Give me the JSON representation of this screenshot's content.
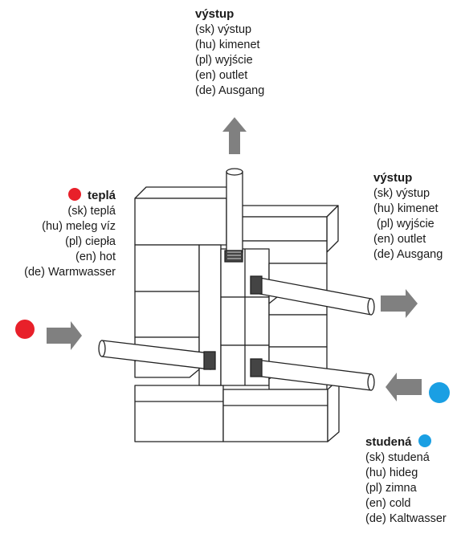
{
  "colors": {
    "hot": "#e8202a",
    "cold": "#1a9fe3",
    "arrow": "#808080",
    "block_stroke": "#222222"
  },
  "outlet_top": {
    "title": "výstup",
    "lines": [
      "(sk) výstup",
      "(hu) kimenet",
      "(pl) wyjście",
      "(en) outlet",
      "(de) Ausgang"
    ]
  },
  "outlet_right": {
    "title": "výstup",
    "lines": [
      "(sk) výstup",
      "(hu) kimenet",
      " (pl) wyjście",
      "(en) outlet",
      "(de) Ausgang"
    ]
  },
  "hot": {
    "title": "teplá",
    "lines": [
      "(sk) teplá",
      "(hu) meleg víz",
      "(pl) ciepła",
      "(en) hot",
      "(de) Warmwasser"
    ]
  },
  "cold": {
    "title": "studená",
    "lines": [
      "(sk) studená",
      "(hu) hideg",
      "(pl) zimna",
      "(en) cold",
      "(de) Kaltwasser"
    ]
  }
}
